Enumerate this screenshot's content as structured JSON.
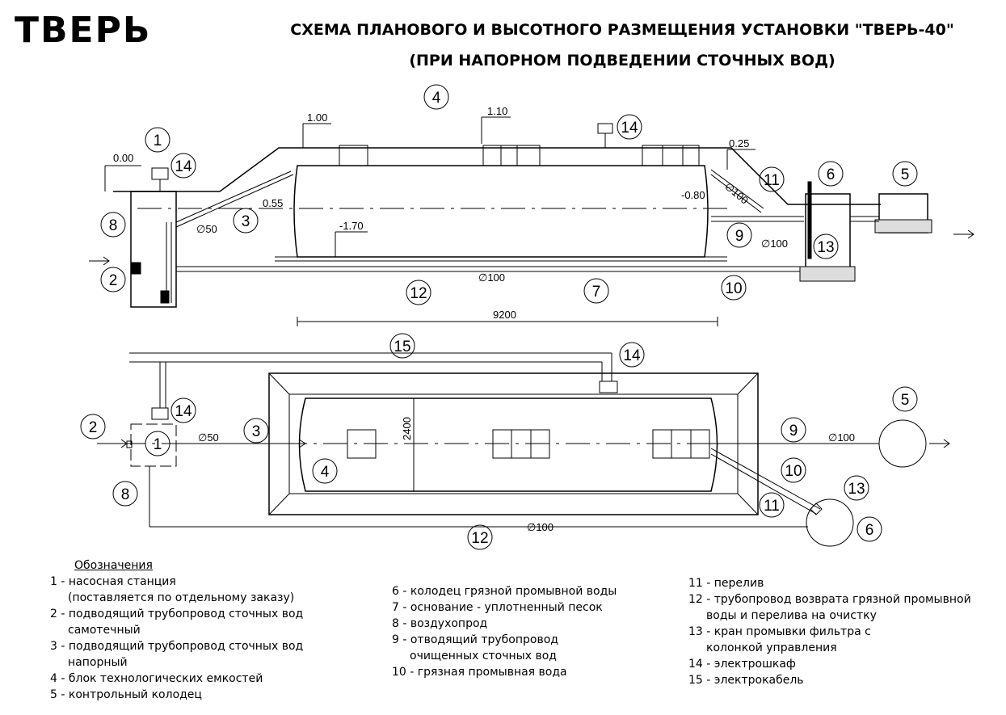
{
  "logo": "ТВЕРЬ",
  "title_line1": "СХЕМА ПЛАНОВОГО И ВЫСОТНОГО РАЗМЕЩЕНИЯ УСТАНОВКИ \"ТВЕРЬ-40\"",
  "title_line2": "(ПРИ НАПОРНОМ  ПОДВЕДЕНИИ СТОЧНЫХ ВОД)",
  "elevations": {
    "e000": "0.00",
    "e100": "1.00",
    "e110": "1.10",
    "e025": "0.25",
    "e055": "0.55",
    "e080": "-0.80",
    "e170": "-1.70"
  },
  "dims": {
    "d50": "∅50",
    "d100": "∅100",
    "len": "9200",
    "width": "2400"
  },
  "labels": {
    "n1": "1",
    "n2": "2",
    "n3": "3",
    "n4": "4",
    "n5": "5",
    "n6": "6",
    "n7": "7",
    "n8": "8",
    "n9": "9",
    "n10": "10",
    "n11": "11",
    "n12": "12",
    "n13": "13",
    "n14": "14",
    "n15": "15"
  },
  "legend": {
    "heading": "Обозначения",
    "col1": [
      "1 - насосная станция",
      "(поставляется по отдельному заказу)",
      "2 - подводящий трубопровод сточных вод",
      "самотечный",
      "3 - подводящий трубопровод сточных вод",
      "напорный",
      "4 - блок технологических емкостей",
      "5 - контрольный колодец"
    ],
    "col2": [
      "6 - колодец грязной промывной воды",
      "7 - основание - уплотненный песок",
      "8 - воздухопрод",
      "9 - отводящий трубопровод",
      "очищенных сточных вод",
      "10 - грязная промывная вода"
    ],
    "col3": [
      "11 - перелив",
      "12 - трубопровод возврата грязной промывной",
      "воды и перелива  на очистку",
      "13 - кран промывки фильтра с",
      "колонкой управления",
      "14 - электрошкаф",
      "15 - электрокабель"
    ]
  }
}
